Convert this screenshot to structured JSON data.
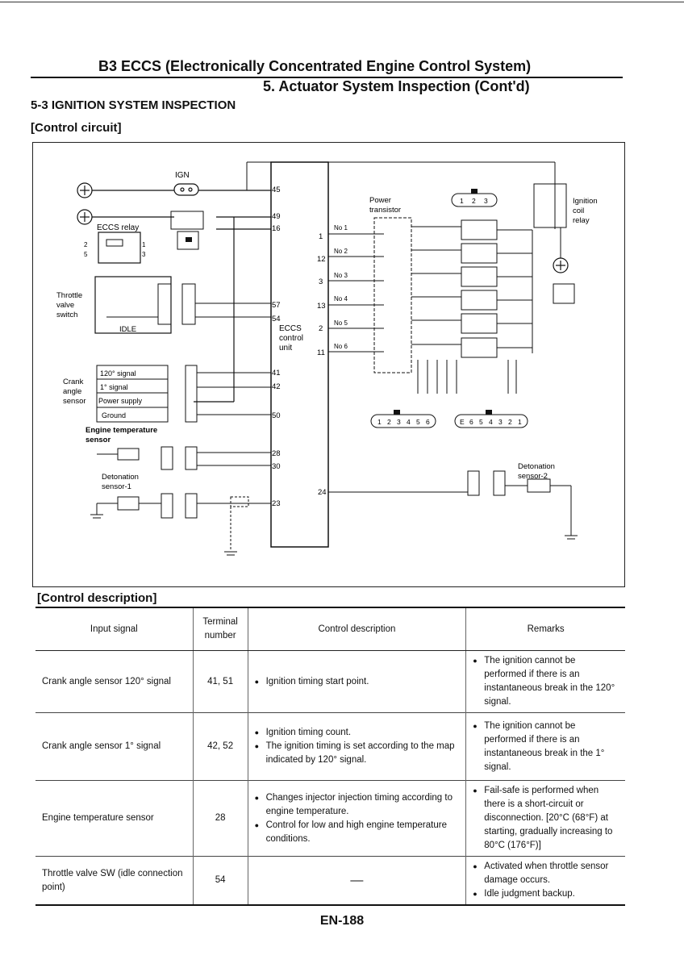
{
  "header": {
    "title": "B3 ECCS (Electronically Concentrated Engine Control System)",
    "subtitle": "5.  Actuator System Inspection (Cont'd)"
  },
  "section": "5-3 IGNITION SYSTEM INSPECTION",
  "control_circuit": {
    "heading": "[Control circuit]",
    "labels": {
      "ign": "IGN",
      "eccs_relay": "ECCS relay",
      "throttle": [
        "Throttle",
        "valve",
        "switch"
      ],
      "idle": "IDLE",
      "crank": [
        "Crank",
        "angle",
        "sensor"
      ],
      "crank_rows": [
        "120° signal",
        "1° signal",
        "Power supply",
        "Ground"
      ],
      "engine_temp": [
        "Engine temperature",
        "sensor"
      ],
      "det1": [
        "Detonation",
        "sensor-1"
      ],
      "det2": [
        "Detonation",
        "sensor-2"
      ],
      "eccs_unit": [
        "ECCS",
        "control",
        "unit"
      ],
      "power_transistor": [
        "Power",
        "transistor"
      ],
      "ign_coil_relay": [
        "Ignition",
        "coil",
        "relay"
      ],
      "coil_names": [
        "No 1",
        "No 2",
        "No 3",
        "No 4",
        "No 5",
        "No 6"
      ],
      "terminals_left": [
        "45",
        "49",
        "16",
        "57",
        "54",
        "41",
        "42",
        "50",
        "28",
        "30",
        "23"
      ],
      "terminals_right": [
        "1",
        "12",
        "3",
        "13",
        "2",
        "11",
        "24"
      ],
      "conn_a": [
        "1",
        "2",
        "3",
        "4",
        "5",
        "6"
      ],
      "conn_b": [
        "E",
        "6",
        "5",
        "4",
        "3",
        "2",
        "1"
      ],
      "conn_c": [
        "1",
        "2",
        "3"
      ]
    }
  },
  "control_description": {
    "heading": "[Control description]",
    "columns": [
      "Input signal",
      "Terminal number",
      "Control description",
      "Remarks"
    ],
    "rows": [
      {
        "input": "Crank angle sensor 120° signal",
        "terminal": "41, 51",
        "control": [
          "Ignition timing start point."
        ],
        "remarks": [
          "The ignition cannot be performed if there is an instantaneous break in the 120° signal."
        ]
      },
      {
        "input": "Crank angle sensor 1° signal",
        "terminal": "42, 52",
        "control": [
          "Ignition timing count.",
          "The ignition timing is set according to the map indicated by 120° signal."
        ],
        "remarks": [
          "The ignition cannot be performed if there is an instantaneous break in the 1° signal."
        ]
      },
      {
        "input": "Engine temperature sensor",
        "terminal": "28",
        "control": [
          "Changes injector injection timing according to engine temperature.",
          "Control for low and high engine temperature conditions."
        ],
        "remarks": [
          "Fail-safe is performed when there is a short-circuit or disconnection. [20°C (68°F) at starting, gradually increasing to 80°C (176°F)]"
        ]
      },
      {
        "input": "Throttle valve SW (idle connection point)",
        "terminal": "54",
        "control_dash": "—",
        "remarks": [
          "Activated when throttle sensor damage occurs.",
          "Idle judgment backup."
        ]
      }
    ]
  },
  "footer": {
    "page": "EN-188"
  }
}
